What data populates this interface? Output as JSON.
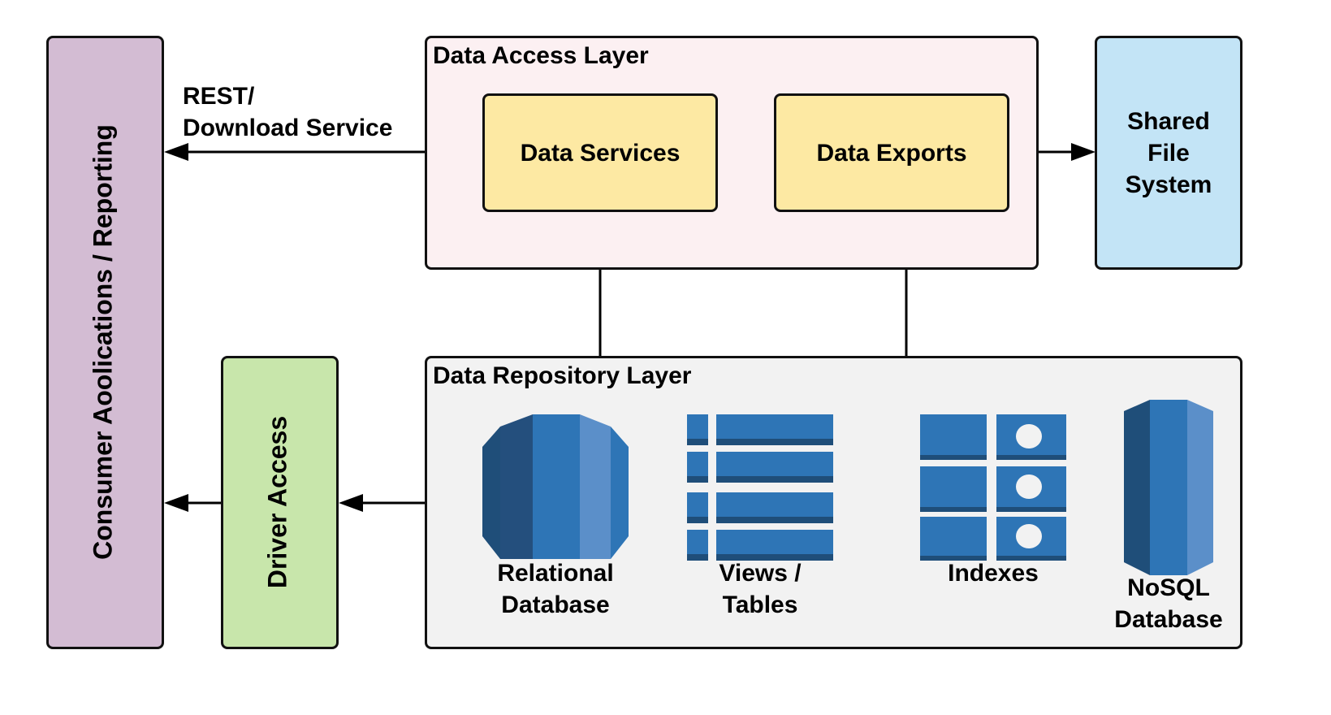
{
  "consumer": {
    "label": "Consumer Aoolications / Reporting",
    "color": "#d3bcd3"
  },
  "driver": {
    "label": "Driver Access",
    "color": "#c8e6ab"
  },
  "access_layer": {
    "title": "Data Access Layer",
    "color": "#fcf0f2",
    "services_label": "Data Services",
    "exports_label": "Data Exports",
    "inner_color": "#fde9a3"
  },
  "shared_fs": {
    "line1": "Shared",
    "line2": "File",
    "line3": "System",
    "color": "#c3e4f6"
  },
  "rest_label": {
    "line1": "REST/",
    "line2": "Download Service"
  },
  "repository_layer": {
    "title": "Data Repository Layer",
    "color": "#f2f2f2",
    "items": [
      {
        "line1": "Relational",
        "line2": "Database",
        "icon": "relational-database-icon"
      },
      {
        "line1": "Views /",
        "line2": "Tables",
        "icon": "views-tables-icon"
      },
      {
        "line1": "Indexes",
        "line2": "",
        "icon": "indexes-icon"
      },
      {
        "line1": "NoSQL",
        "line2": "Database",
        "icon": "nosql-database-icon"
      }
    ]
  },
  "colors": {
    "icon_dark": "#1f4e79",
    "icon_mid": "#2e75b6",
    "icon_light": "#5b8fc9",
    "icon_stripe": "#244f7d"
  }
}
